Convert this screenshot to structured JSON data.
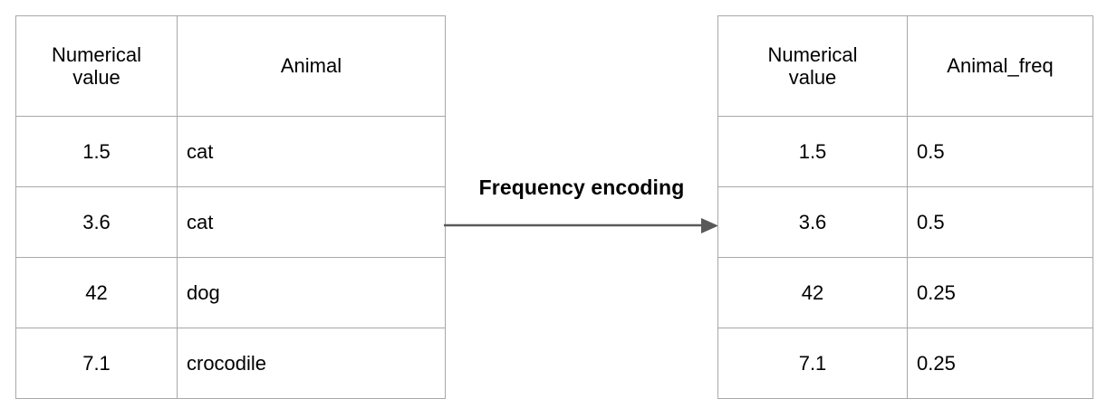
{
  "diagram": {
    "title": "Frequency encoding",
    "arrow_label": "Frequency encoding",
    "arrow_color": "#595959",
    "border_color": "#a8a8a8",
    "text_color": "#000000",
    "background": "#ffffff"
  },
  "source_table": {
    "name": "Numerical value / Animal",
    "headers": [
      "Numerical value",
      "Animal"
    ],
    "header_lines": {
      "col1_line1": "Numerical",
      "col1_line2": "value",
      "col2": "Animal"
    },
    "rows": [
      {
        "numerical_value": "1.5",
        "animal": "cat"
      },
      {
        "numerical_value": "3.6",
        "animal": "cat"
      },
      {
        "numerical_value": "42",
        "animal": "dog"
      },
      {
        "numerical_value": "7.1",
        "animal": "crocodile"
      }
    ]
  },
  "encoded_table": {
    "name": "Numerical value / Animal_freq",
    "headers": [
      "Numerical value",
      "Animal_freq"
    ],
    "header_lines": {
      "col1_line1": "Numerical",
      "col1_line2": "value",
      "col2": "Animal_freq"
    },
    "rows": [
      {
        "numerical_value": "1.5",
        "animal_freq": "0.5"
      },
      {
        "numerical_value": "3.6",
        "animal_freq": "0.5"
      },
      {
        "numerical_value": "42",
        "animal_freq": "0.25"
      },
      {
        "numerical_value": "7.1",
        "animal_freq": "0.25"
      }
    ]
  }
}
